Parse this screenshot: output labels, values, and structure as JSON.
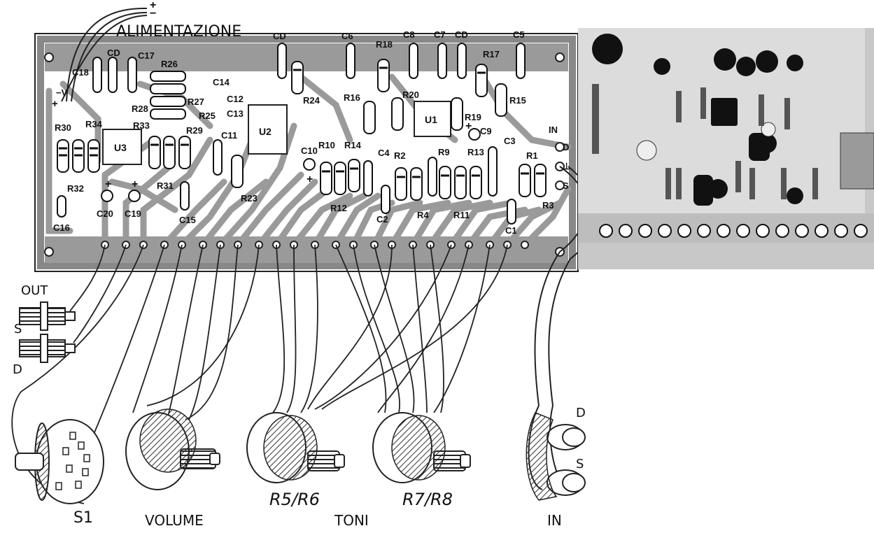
{
  "header": {
    "title": "ALIMENTAZIONE",
    "plus": "+",
    "minus": "−"
  },
  "board": {
    "ic_labels": [
      "U1",
      "U2",
      "U3"
    ],
    "input_label": "IN",
    "input_pins": [
      "D",
      "⊥",
      "S"
    ],
    "power_pins": [
      "−V",
      "+"
    ],
    "component_labels": [
      {
        "t": "CD"
      },
      {
        "t": "C17"
      },
      {
        "t": "C18"
      },
      {
        "t": "R26"
      },
      {
        "t": "R27"
      },
      {
        "t": "R28"
      },
      {
        "t": "R25"
      },
      {
        "t": "C14"
      },
      {
        "t": "C12"
      },
      {
        "t": "C13"
      },
      {
        "t": "R30"
      },
      {
        "t": "R34"
      },
      {
        "t": "R33"
      },
      {
        "t": "R29"
      },
      {
        "t": "C11"
      },
      {
        "t": "R32"
      },
      {
        "t": "R31"
      },
      {
        "t": "C20"
      },
      {
        "t": "C19"
      },
      {
        "t": "C16"
      },
      {
        "t": "C15"
      },
      {
        "t": "R23"
      },
      {
        "t": "CD"
      },
      {
        "t": "R24"
      },
      {
        "t": "C6"
      },
      {
        "t": "R18"
      },
      {
        "t": "C8"
      },
      {
        "t": "C7"
      },
      {
        "t": "CD"
      },
      {
        "t": "C5"
      },
      {
        "t": "R16"
      },
      {
        "t": "R20"
      },
      {
        "t": "R17"
      },
      {
        "t": "R15"
      },
      {
        "t": "R19"
      },
      {
        "t": "C9"
      },
      {
        "t": "C10"
      },
      {
        "t": "R10"
      },
      {
        "t": "R14"
      },
      {
        "t": "C4"
      },
      {
        "t": "R2"
      },
      {
        "t": "R12"
      },
      {
        "t": "C2"
      },
      {
        "t": "R4"
      },
      {
        "t": "R9"
      },
      {
        "t": "R13"
      },
      {
        "t": "C3"
      },
      {
        "t": "R1"
      },
      {
        "t": "R11"
      },
      {
        "t": "C1"
      },
      {
        "t": "R3"
      },
      {
        "t": "+"
      },
      {
        "t": "+"
      },
      {
        "t": "+"
      },
      {
        "t": "+"
      }
    ]
  },
  "jacks": {
    "out_label": "OUT",
    "out_s": "S",
    "out_d": "D",
    "in_d": "D",
    "in_s": "S",
    "in_label": "IN"
  },
  "bottom": {
    "s1": "S1",
    "volume": "VOLUME",
    "r5r6": "R5/R6",
    "toni": "TONI",
    "r7r8": "R7/R8"
  }
}
